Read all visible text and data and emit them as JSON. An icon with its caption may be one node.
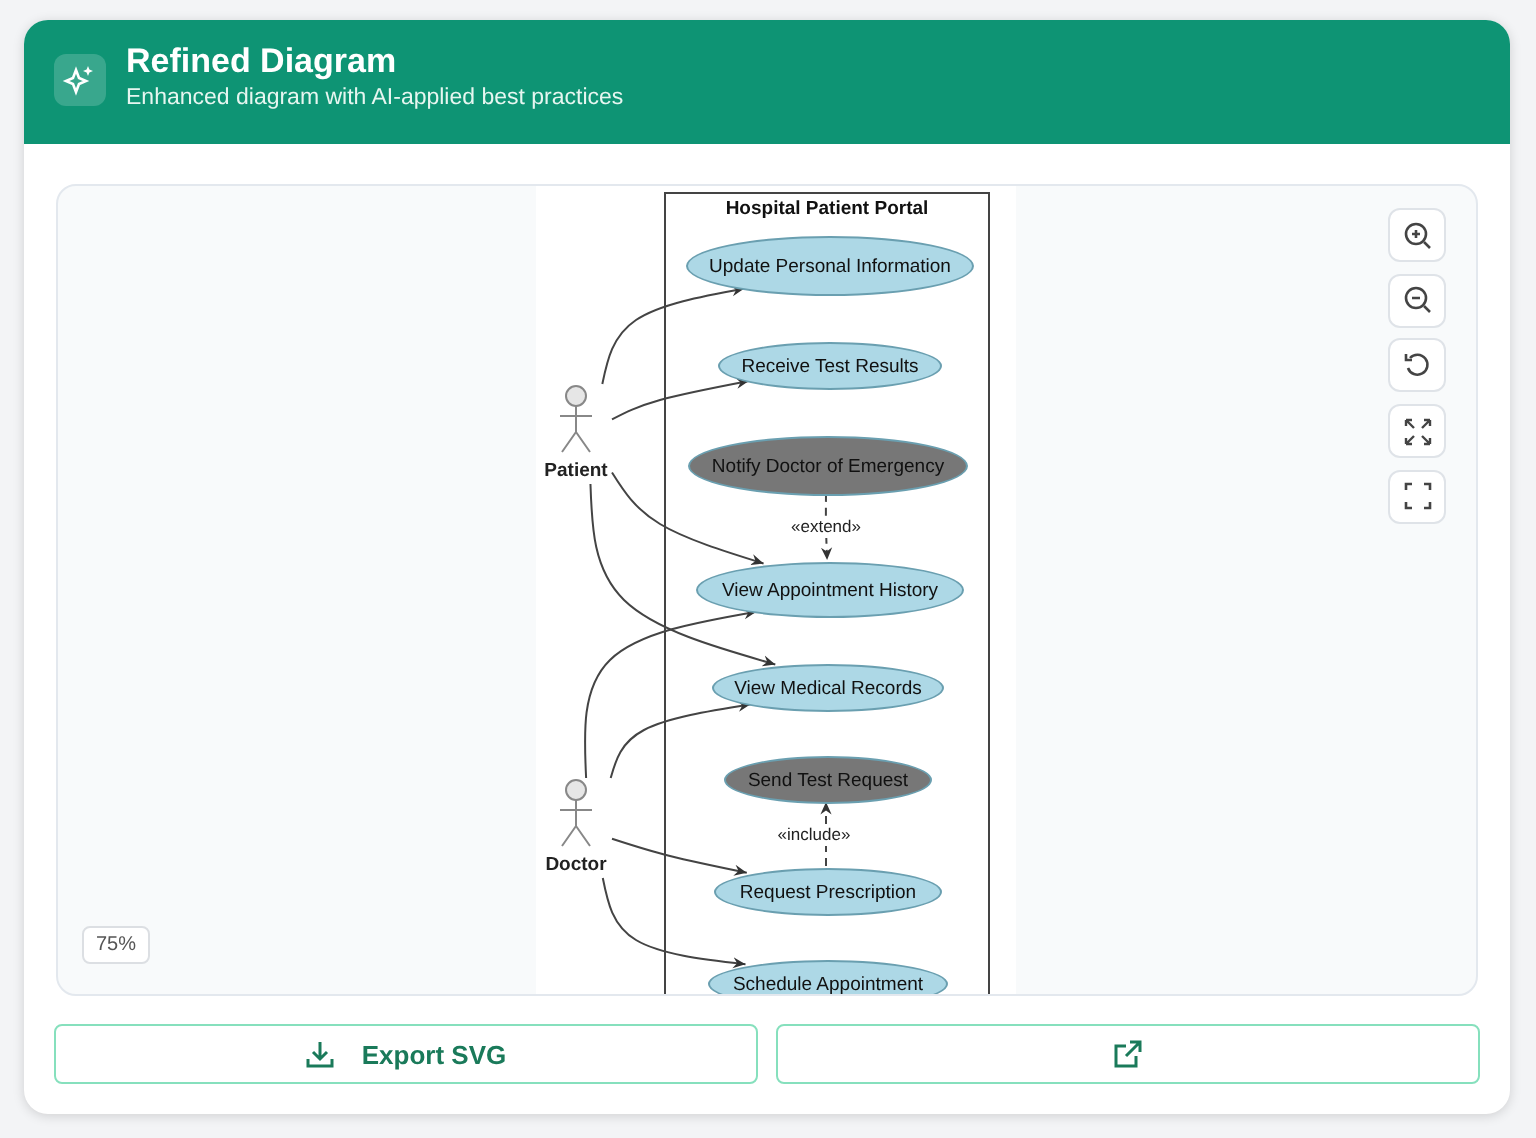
{
  "diagram": {
    "title": "Refined Diagram",
    "nodes": [
      {
        "text": [
          "Hospital Patient Portal"
        ]
      },
      {
        "text": [
          "Update Personal Information"
        ],
        "in": 0
      },
      {
        "text": [
          "Receive Test Results"
        ],
        "in": 0
      },
      {
        "text": [
          "Notify Doctor of Emergency"
        ],
        "in": 0
      },
      {
        "text": [
          "View Appointment History"
        ],
        "in": 0
      },
      {
        "text": [
          "View Medical Records"
        ],
        "in": 0
      },
      {
        "text": [
          "Send Test Request"
        ],
        "in": 0
      },
      {
        "text": [
          "Request Prescription"
        ],
        "in": 0
      },
      {
        "text": [
          "Schedule Appointment"
        ],
        "in": 0
      },
      {
        "text": [
          "Patient"
        ]
      },
      {
        "text": [
          "Doctor"
        ]
      }
    ],
    "edges": [
      {
        "from": 9,
        "to": 1,
        "arrow": "to"
      },
      {
        "from": 9,
        "to": 2,
        "arrow": "to"
      },
      {
        "from": 9,
        "to": 4,
        "arrow": "to"
      },
      {
        "from": 9,
        "to": 5,
        "arrow": "to"
      },
      {
        "from": 3,
        "to": 4,
        "arrow": "to",
        "label": "«extend»",
        "style": "dashed"
      },
      {
        "from": 10,
        "to": 4,
        "arrow": "to"
      },
      {
        "from": 10,
        "to": 5,
        "arrow": "to"
      },
      {
        "from": 10,
        "to": 7,
        "arrow": "to"
      },
      {
        "from": 10,
        "to": 8,
        "arrow": "to"
      },
      {
        "from": 7,
        "to": 6,
        "arrow": "to",
        "label": "«include»",
        "style": "dashed"
      }
    ],
    "labels": [
      "Enhanced diagram with AI-applied best practices",
      "75%",
      "Export SVG"
    ]
  }
}
